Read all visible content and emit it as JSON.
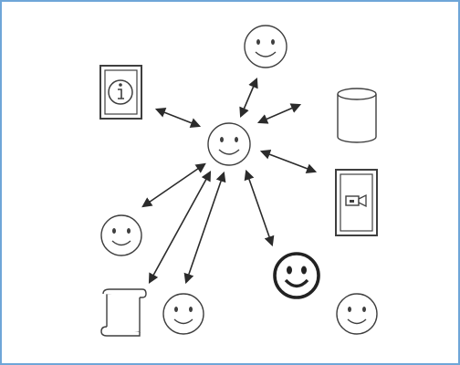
{
  "diagram": {
    "colors": {
      "border": "#6fa6d8",
      "stroke": "#3f3f3f",
      "arrow": "#2b2b2b",
      "fill": "#ffffff"
    },
    "nodes": [
      {
        "id": "center-person",
        "kind": "smiley",
        "icon": "smiley-face-icon"
      },
      {
        "id": "top-person",
        "kind": "smiley",
        "icon": "smiley-face-icon"
      },
      {
        "id": "info-document",
        "kind": "framed-info",
        "icon": "info-frame-icon"
      },
      {
        "id": "database",
        "kind": "cylinder",
        "icon": "database-cylinder-icon"
      },
      {
        "id": "video-device",
        "kind": "framed-camera",
        "icon": "video-camera-frame-icon"
      },
      {
        "id": "left-person",
        "kind": "smiley",
        "icon": "smiley-face-icon"
      },
      {
        "id": "bold-person",
        "kind": "smiley-bold",
        "icon": "bold-smiley-face-icon"
      },
      {
        "id": "scroll-document",
        "kind": "scroll",
        "icon": "scroll-document-icon"
      },
      {
        "id": "bottom-person",
        "kind": "smiley",
        "icon": "smiley-face-icon"
      },
      {
        "id": "bottom-right-person",
        "kind": "smiley",
        "icon": "smiley-face-icon"
      }
    ],
    "connections": [
      {
        "from": "center-person",
        "to": "top-person",
        "direction": "both"
      },
      {
        "from": "center-person",
        "to": "info-document",
        "direction": "both"
      },
      {
        "from": "center-person",
        "to": "database",
        "direction": "both"
      },
      {
        "from": "center-person",
        "to": "video-device",
        "direction": "both"
      },
      {
        "from": "center-person",
        "to": "left-person",
        "direction": "both"
      },
      {
        "from": "center-person",
        "to": "bold-person",
        "direction": "both"
      },
      {
        "from": "center-person",
        "to": "scroll-document",
        "direction": "both"
      },
      {
        "from": "center-person",
        "to": "bottom-person",
        "direction": "both"
      }
    ]
  }
}
